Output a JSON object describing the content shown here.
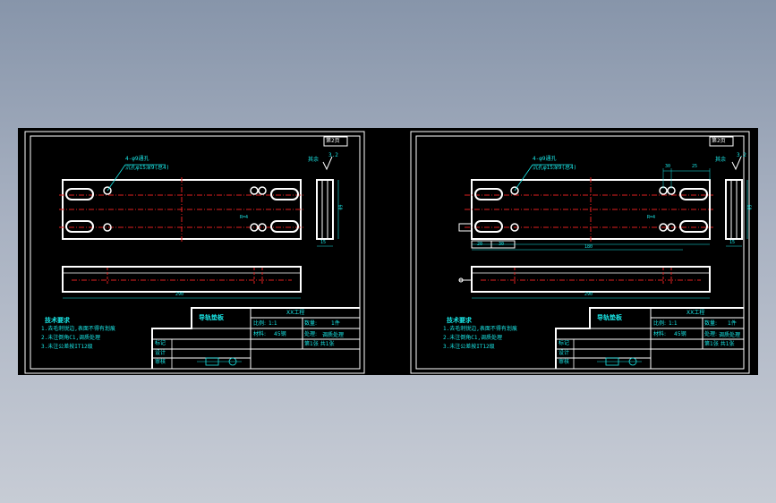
{
  "window": {
    "background": "cad-gradient-gray"
  },
  "colors": {
    "canvas": "#000000",
    "outline": "#ffffff",
    "centerline": "#e02020",
    "annotation": "#19e6e6"
  },
  "sheets": [
    {
      "id": "sheet-left",
      "title_block": {
        "drawing_name": "导轨垫板",
        "company": "XX工程",
        "scale_label": "比例:",
        "scale_value": "1:1",
        "material_label": "材料:",
        "material_value": "45钢",
        "qty_label": "数量:",
        "qty_value": "1件",
        "treatment_label": "处理:",
        "treatment_value": "调质处理",
        "sheet_no": "第1张 共1张",
        "revision_rows": [
          "标记",
          "设计",
          "审核"
        ]
      },
      "roughness_label": "其余",
      "roughness_value": "3.2",
      "corner_tag": "第2页",
      "hole_note_line1": "4-φ9通孔",
      "hole_note_line2": "沉孔φ15深9(总4)",
      "chamfer_note": "R=4",
      "dim_length": "290",
      "dim_width": "60",
      "dim_thick": "15",
      "notes_title": "技术要求",
      "notes": [
        "1.去毛刺锐边,表面不得有划痕",
        "2.未注倒角C1,调质处理",
        "3.未注公差按IT12级"
      ]
    },
    {
      "id": "sheet-right",
      "title_block": {
        "drawing_name": "导轨垫板",
        "company": "XX工程",
        "scale_label": "比例:",
        "scale_value": "1:1",
        "material_label": "材料:",
        "material_value": "45钢",
        "qty_label": "数量:",
        "qty_value": "1件",
        "treatment_label": "处理:",
        "treatment_value": "调质处理",
        "sheet_no": "第1张 共1张",
        "revision_rows": [
          "标记",
          "设计",
          "审核"
        ]
      },
      "roughness_label": "其余",
      "roughness_value": "3.2",
      "corner_tag": "第2页",
      "hole_note_line1": "4-φ9通孔",
      "hole_note_line2": "沉孔φ15深9(总4)",
      "chamfer_note": "R=4",
      "dim_length": "290",
      "dim_width": "60",
      "dim_thick": "15",
      "dim_top_1": "30",
      "dim_top_2": "25",
      "dim_bottom_1": "20",
      "dim_bottom_2": "30",
      "dim_bottom_total": "180",
      "notes_title": "技术要求",
      "notes": [
        "1.去毛刺锐边,表面不得有划痕",
        "2.未注倒角C1,调质处理",
        "3.未注公差按IT12级"
      ]
    }
  ]
}
